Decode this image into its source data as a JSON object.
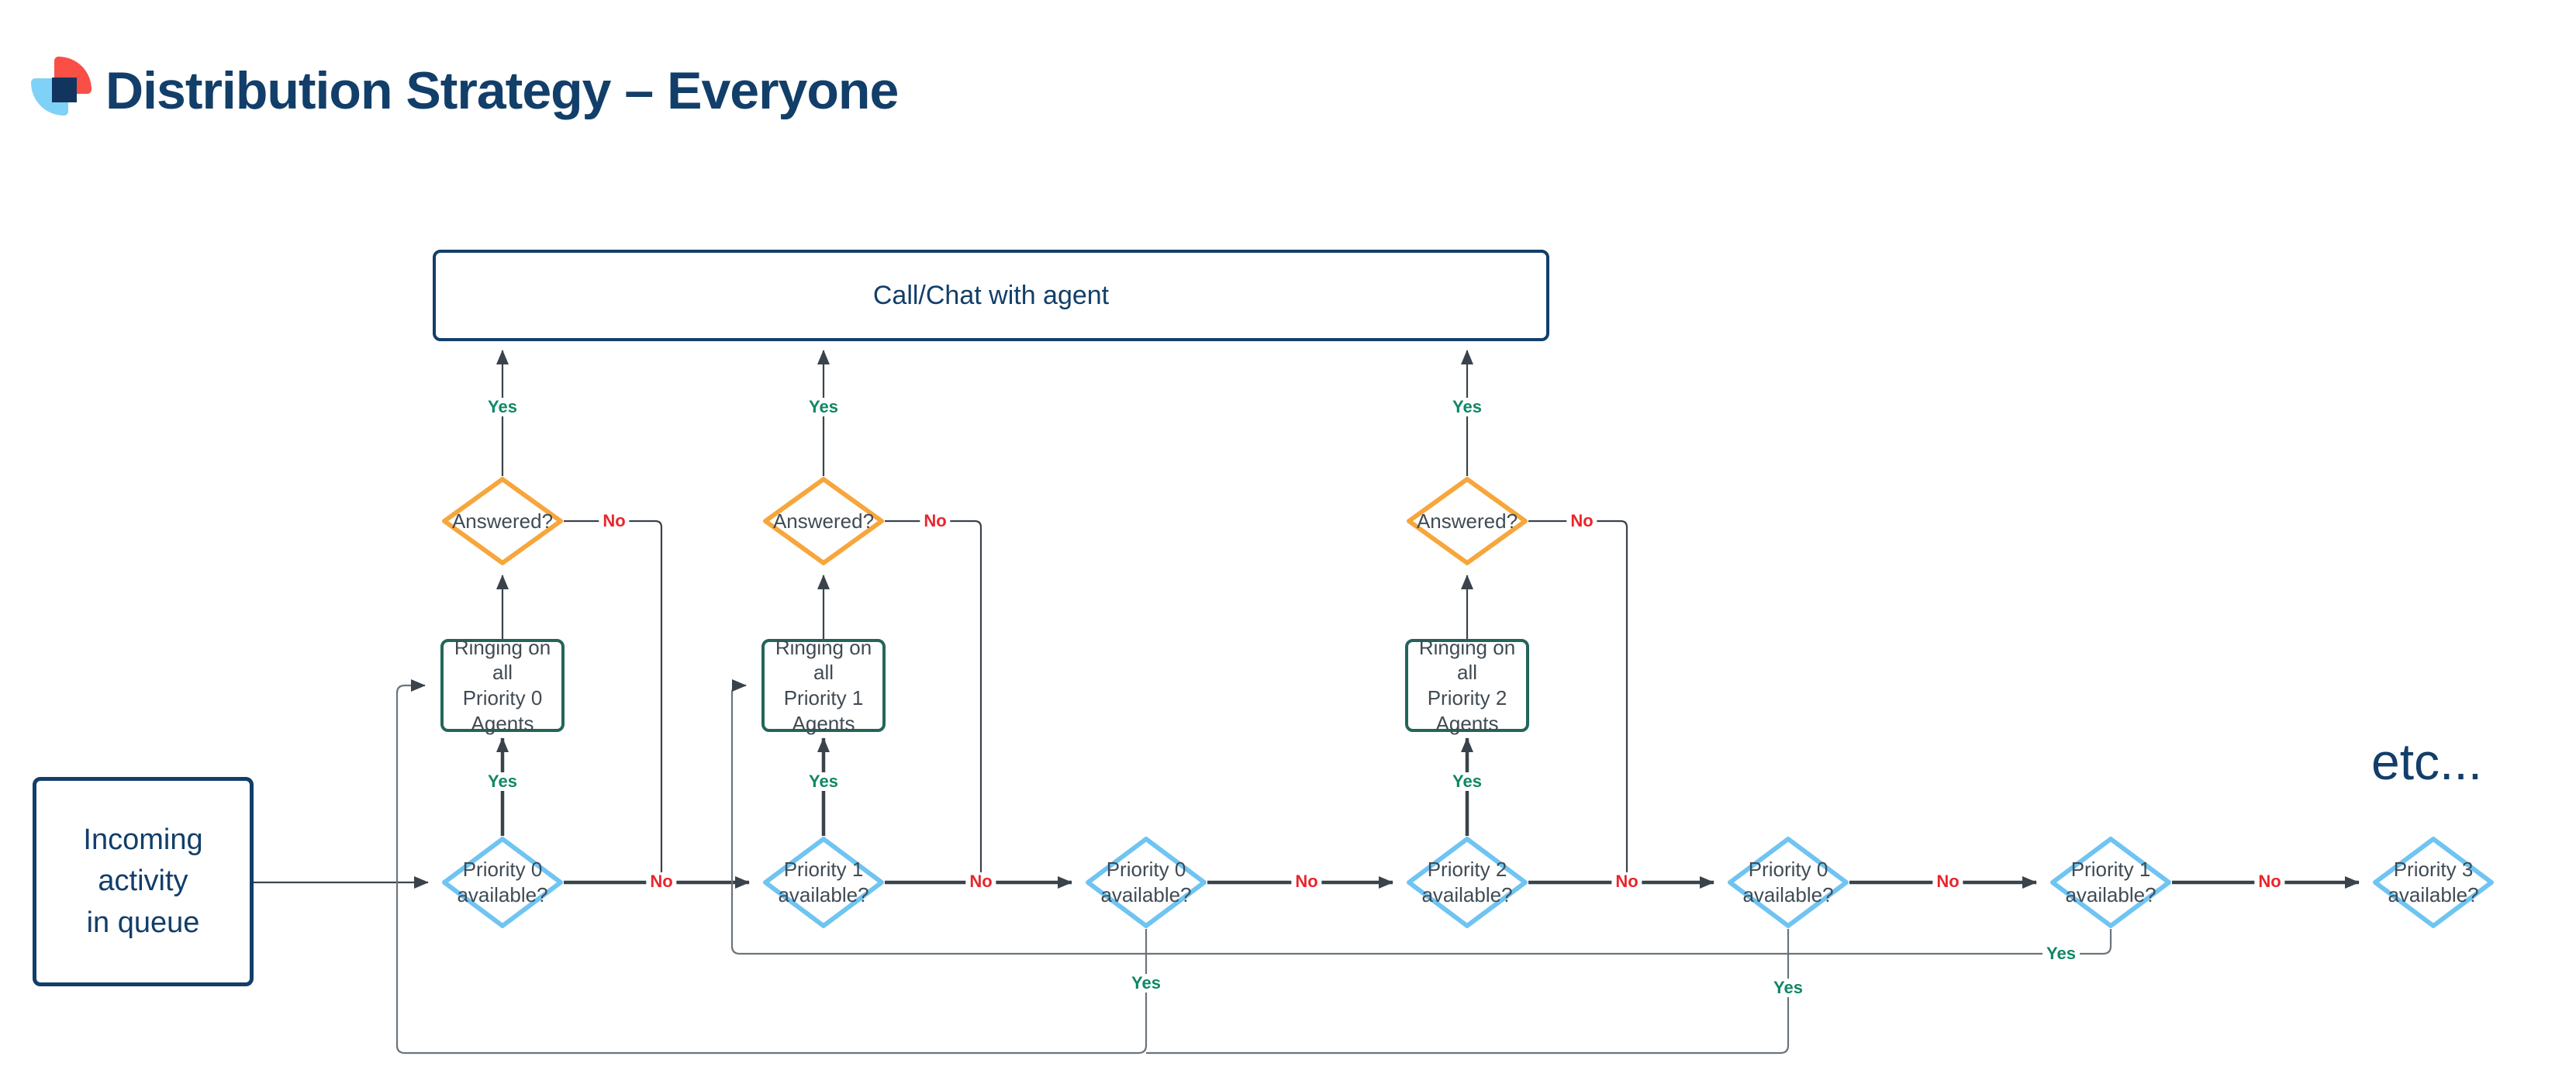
{
  "title": {
    "text": "Distribution Strategy – Everyone"
  },
  "colors": {
    "navy": "#123e6a",
    "orange_diamond_border": "#f7a63c",
    "blue_diamond_border": "#6fc4f2",
    "teal_box_border": "#23655a",
    "yes_green": "#0f8766",
    "no_red": "#e9252c",
    "line_dark": "#3a434c",
    "line_gray": "#6b747b",
    "shape_text": "#404b54"
  },
  "nodes": {
    "call_chat": {
      "label": "Call/Chat with agent"
    },
    "incoming": {
      "label": "Incoming\nactivity\nin queue"
    },
    "etc_note": "etc...",
    "answered": [
      {
        "label": "Answered?"
      },
      {
        "label": "Answered?"
      },
      {
        "label": "Answered?"
      }
    ],
    "ringing": [
      {
        "label": "Ringing on all\nPriority 0\nAgents"
      },
      {
        "label": "Ringing on all\nPriority 1\nAgents"
      },
      {
        "label": "Ringing on all\nPriority 2\nAgents"
      }
    ],
    "queue": [
      {
        "label": "Priority 0\navailable?"
      },
      {
        "label": "Priority 1\navailable?"
      },
      {
        "label": "Priority 0\navailable?"
      },
      {
        "label": "Priority 2\navailable?"
      },
      {
        "label": "Priority 0\navailable?"
      },
      {
        "label": "Priority 1\navailable?"
      },
      {
        "label": "Priority 3\navailable?"
      }
    ]
  },
  "edge_labels": {
    "yes": "Yes",
    "no": "No"
  }
}
